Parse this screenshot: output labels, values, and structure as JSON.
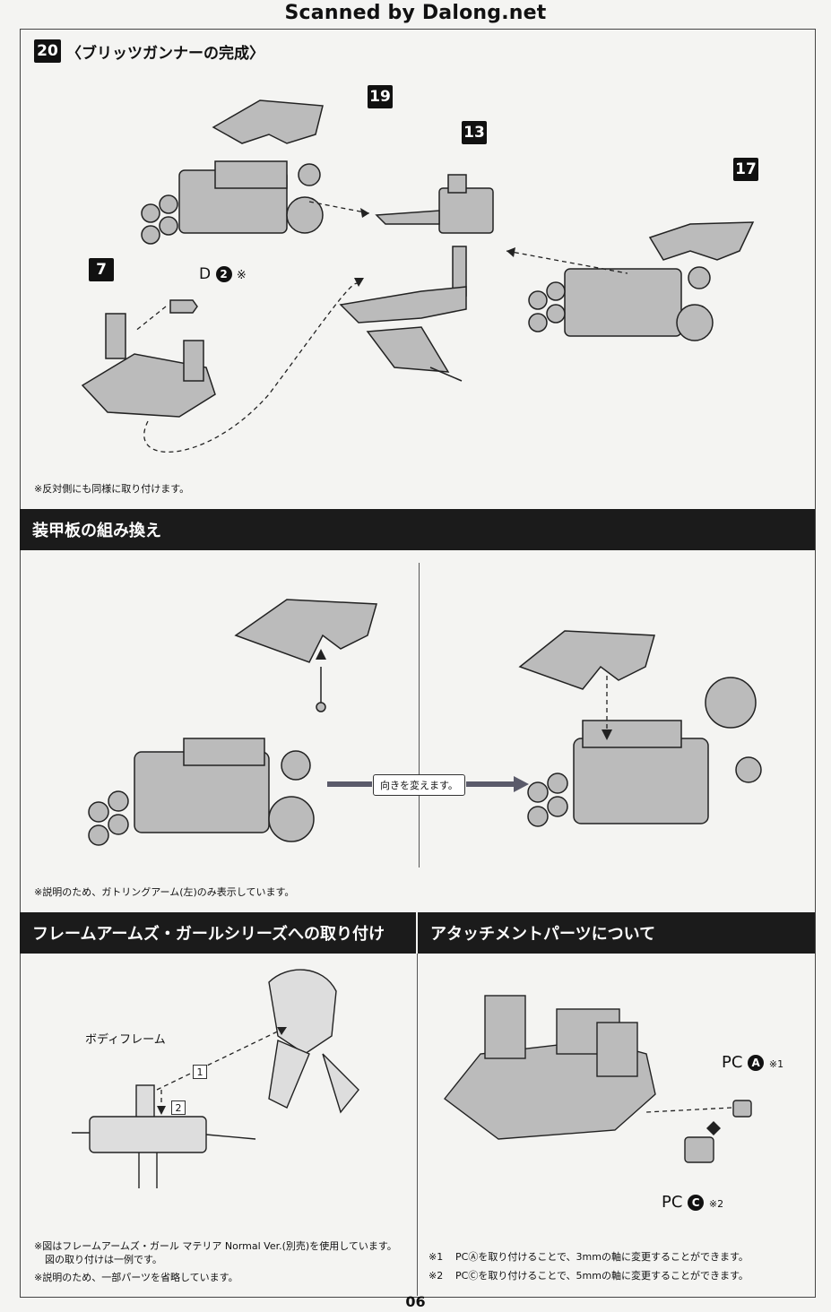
{
  "watermark": "Scanned by Dalong.net",
  "step20": {
    "number": "20",
    "title": "〈ブリッツガンナーの完成〉",
    "badges": {
      "b19": "19",
      "b13": "13",
      "b17": "17",
      "b7": "7"
    },
    "part_label": "D",
    "part_num": "2",
    "part_mark": "※",
    "note": "※反対側にも同様に取り付けます。"
  },
  "armor_section": {
    "title": "装甲板の組み換え",
    "callout": "向きを変えます。",
    "note": "※説明のため、ガトリングアーム(左)のみ表示しています。"
  },
  "fa_section": {
    "title": "フレームアームズ・ガールシリーズへの取り付け",
    "body_frame_label": "ボディフレーム",
    "step1": "1",
    "step2": "2",
    "note1": "※図はフレームアームズ・ガール マテリア Normal Ver.(別売)を使用しています。",
    "note1b": "図の取り付けは一例です。",
    "note2": "※説明のため、一部パーツを省略しています。"
  },
  "attach_section": {
    "title": "アタッチメントパーツについて",
    "pc_a_prefix": "PC",
    "pc_a_letter": "A",
    "pc_a_mark": "※1",
    "pc_c_prefix": "PC",
    "pc_c_letter": "C",
    "pc_c_mark": "※2",
    "note1_mark": "※1",
    "note1": "PCⒶを取り付けることで、3mmの軸に変更することができます。",
    "note2_mark": "※2",
    "note2": "PCⒸを取り付けることで、5mmの軸に変更することができます。"
  },
  "page_number": "06"
}
